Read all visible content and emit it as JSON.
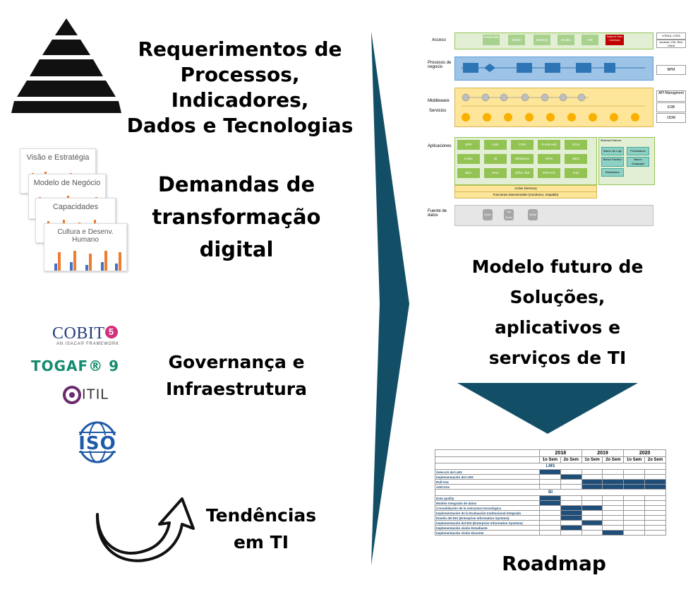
{
  "left": {
    "requirements": {
      "line1": "Requerimentos de",
      "line2": "Processos, Indicadores,",
      "line3": "Dados e Tecnologias"
    },
    "demands": {
      "line1": "Demandas de",
      "line2": "transformação",
      "line3": "digital"
    },
    "cards": [
      "Visão e Estratégia",
      "Modelo de Negócio",
      "Capacidades",
      "Cultura e Desenv. Humano"
    ],
    "governance": {
      "line1": "Governança e",
      "line2": "Infraestrutura"
    },
    "logos": {
      "cobit": "COBIT",
      "cobit_num": "5",
      "cobit_sub": "AN ISACA® FRAMEWORK",
      "togaf": "TOGAF® 9",
      "itil": "ITIL",
      "iso": "ISO"
    },
    "trends": {
      "line1": "Tendências",
      "line2": "em TI"
    }
  },
  "right": {
    "model_title": {
      "line1": "Modelo futuro de",
      "line2": "Soluções,",
      "line3": "aplicativos e",
      "line4": "serviços de TI"
    },
    "roadmap_title": "Roadmap",
    "arch": {
      "rows": [
        "Acceso",
        "Procesos de negocio",
        "Middleware",
        "Servicios",
        "Aplicaciones",
        "Fuente de datos"
      ],
      "access_items": [
        "Portal web",
        "Mobile",
        "Desktop",
        "Kiosko",
        "IVR",
        "Natural User Interface"
      ],
      "right_labels": [
        "HTML5, CSS3",
        "Android, iOS, Rich Client",
        "BPM",
        "API Managment",
        "ESB",
        "ODM"
      ],
      "apps": [
        "ERP",
        "LMS",
        "CRM",
        "Portal web",
        "ECM",
        "Kofax",
        "BI",
        "Biblioteca",
        "EPM",
        "SIEC",
        "BEA",
        "SIAC",
        "Office 365",
        "DSPACE",
        "Voto Electrónico"
      ],
      "external_title": "Sistemas Externos",
      "external": [
        "Banco de Loja",
        "Produbanco",
        "Banco Pacífico",
        "Banco Guayaquil",
        "Bolivariano"
      ],
      "active_directory": "Active Directory",
      "transversal": "Funciones transversales (monitoreo, respaldo)",
      "databases": [
        "Oracle",
        "Sql Server",
        "MySql"
      ]
    },
    "roadmap": {
      "years": [
        "2018",
        "2019",
        "2020"
      ],
      "semesters": [
        "1o Sem",
        "2o Sem",
        "1o Sem",
        "2o Sem",
        "1o Sem",
        "2o Sem"
      ],
      "sections": [
        {
          "name": "LMS",
          "rows": [
            {
              "label": "Selecció del LMS",
              "fill": [
                1,
                0,
                0,
                0,
                0,
                0
              ]
            },
            {
              "label": "Implementación del LMS",
              "fill": [
                0,
                1,
                0,
                0,
                0,
                0
              ]
            },
            {
              "label": "Roll-Out",
              "fill": [
                0,
                0,
                1,
                1,
                1,
                1
              ]
            },
            {
              "label": "Add-Ons",
              "fill": [
                0,
                0,
                1,
                1,
                1,
                1
              ]
            }
          ]
        },
        {
          "name": "BI",
          "rows": [
            {
              "label": "Data quality",
              "fill": [
                1,
                0,
                0,
                0,
                0,
                0
              ]
            },
            {
              "label": "Modelo Integrado de datos",
              "fill": [
                1,
                0,
                0,
                0,
                0,
                0
              ]
            },
            {
              "label": "Consolidación de la estructura tecnológica",
              "fill": [
                0,
                1,
                1,
                0,
                0,
                0
              ]
            },
            {
              "label": "Implementación de la Evaluación Institucional Integrada",
              "fill": [
                0,
                1,
                0,
                0,
                0,
                0
              ]
            },
            {
              "label": "Diseño del EIS (Enterprise Information Systems)",
              "fill": [
                0,
                1,
                0,
                0,
                0,
                0
              ]
            },
            {
              "label": "Implementación del EIS (Enterprise Information Systems)",
              "fill": [
                0,
                0,
                1,
                0,
                0,
                0
              ]
            },
            {
              "label": "Implementación visión Estudiante",
              "fill": [
                0,
                1,
                0,
                0,
                0,
                0
              ]
            },
            {
              "label": "Implementación visión Docente",
              "fill": [
                0,
                0,
                0,
                1,
                0,
                0
              ]
            }
          ]
        }
      ]
    }
  },
  "colors": {
    "arrow": "#124f66",
    "green": "#92c353",
    "blue_band": "#9dc3e6",
    "yellow_band": "#fde699",
    "bar": "#1f4e79"
  }
}
